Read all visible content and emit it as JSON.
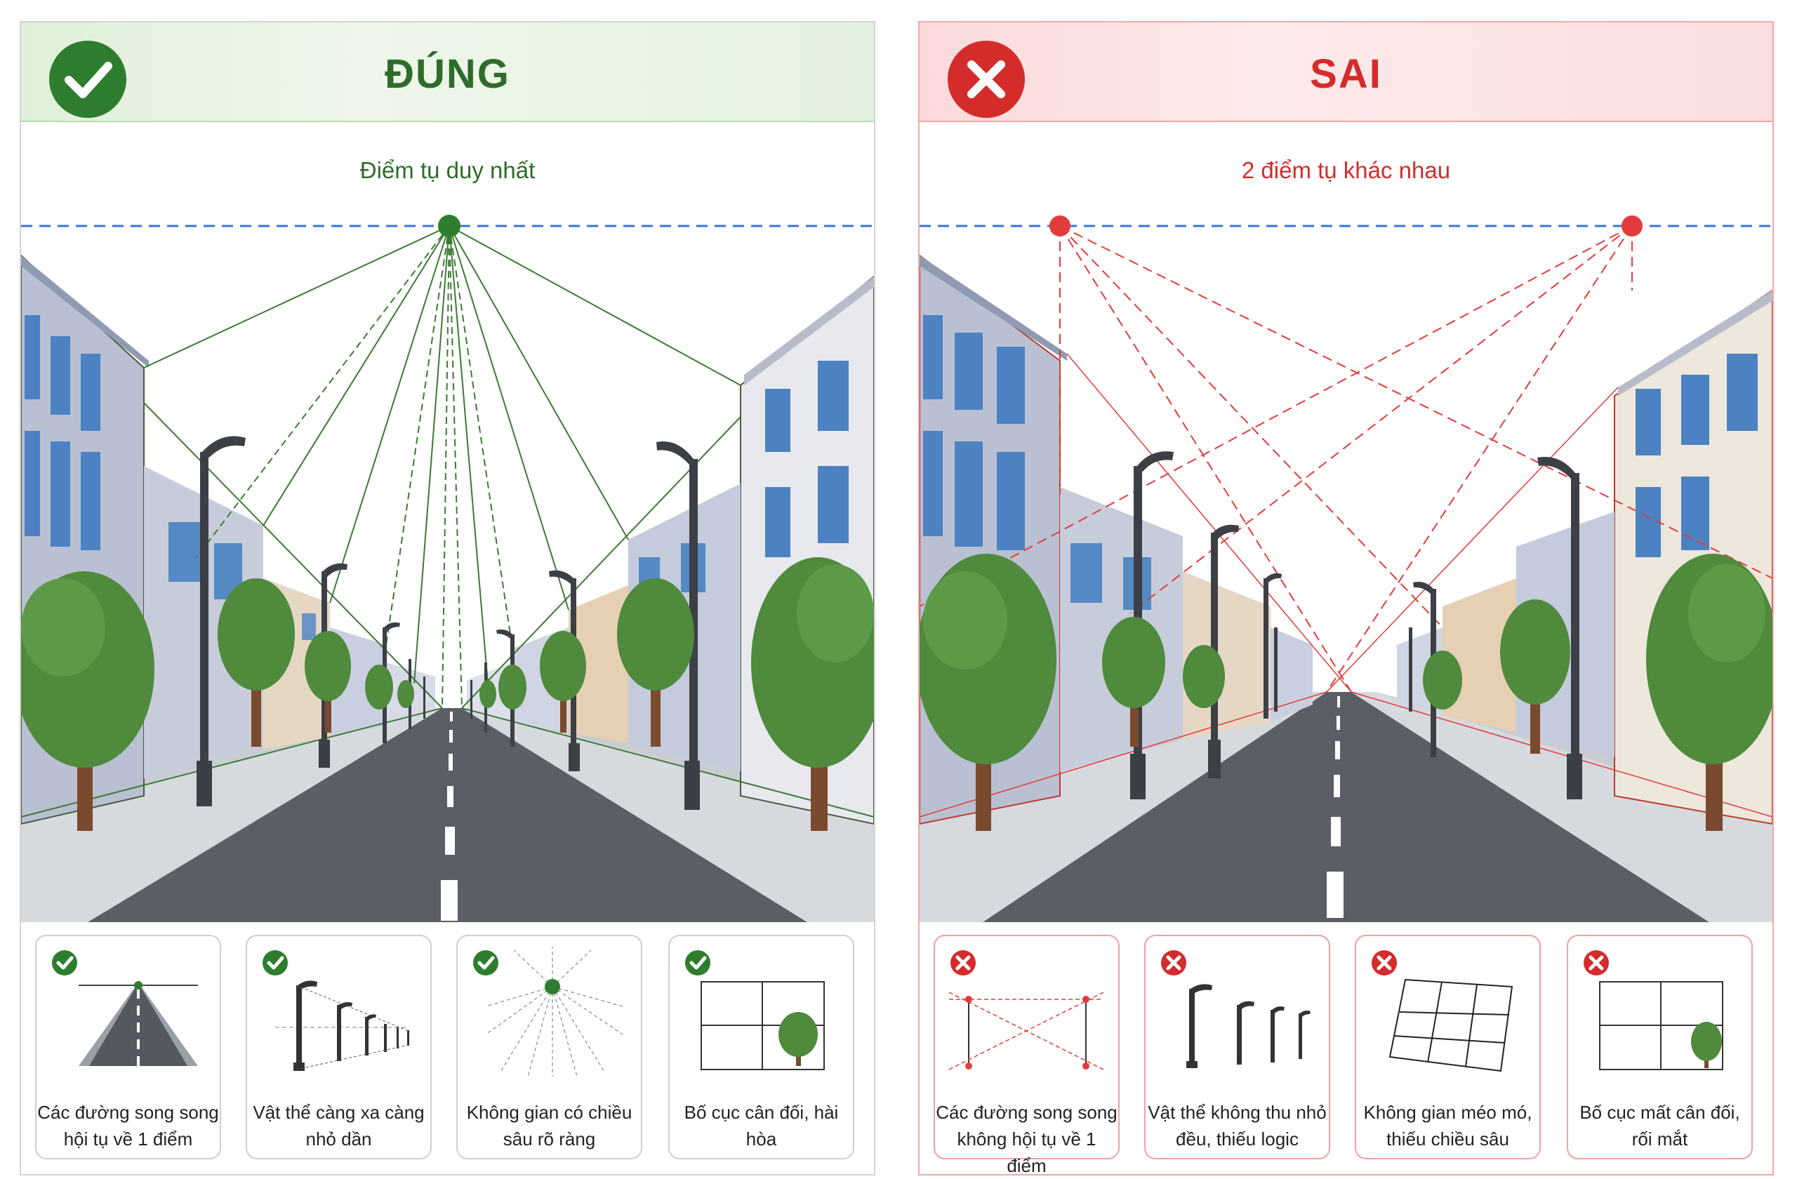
{
  "left": {
    "title": "ĐÚNG",
    "vp_label": "Điểm tụ duy nhất",
    "badge_icon": "check-icon",
    "accent": "#2f6b2a",
    "cards": [
      {
        "text": "Các đường song song hội tụ về 1 điểm",
        "icon": "converging-road-icon"
      },
      {
        "text": "Vật thể càng xa càng nhỏ dần",
        "icon": "diminishing-lamps-icon"
      },
      {
        "text": "Không gian có chiều sâu rõ ràng",
        "icon": "radiating-lines-icon"
      },
      {
        "text": "Bố cục cân đối, hài hòa",
        "icon": "balanced-grid-icon"
      }
    ]
  },
  "right": {
    "title": "SAI",
    "vp_label": "2 điểm tụ khác nhau",
    "badge_icon": "cross-icon",
    "accent": "#d42b2b",
    "cards": [
      {
        "text": "Các đường song song không hội tụ về 1 điểm",
        "icon": "crossing-lines-icon"
      },
      {
        "text": "Vật thể không thu nhỏ đều, thiếu logic",
        "icon": "uneven-lamps-icon"
      },
      {
        "text": "Không gian méo mó, thiếu chiều sâu",
        "icon": "distorted-grid-icon"
      },
      {
        "text": "Bố cục mất cân đối, rối mắt",
        "icon": "unbalanced-grid-icon"
      }
    ]
  }
}
